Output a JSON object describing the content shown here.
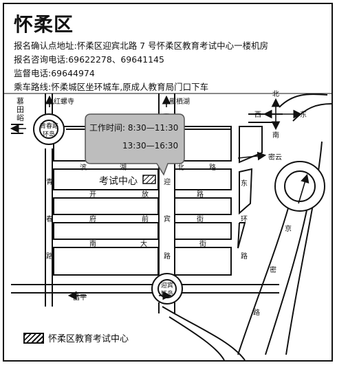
{
  "map": {
    "title": "怀柔区",
    "info": [
      "报名确认点地址:怀柔区迎宾北路 7 号怀柔区教育考试中心一楼机房",
      "报名咨询电话:69622278、69641145",
      "监督电话:69644974",
      "乘车路线:怀柔城区坐环城车,原成人教育局门口下车"
    ],
    "labels": {
      "hongluosi": "红螺寺",
      "yanqixi": "雁栖湖",
      "mutianyu": [
        "慕",
        "田",
        "峪"
      ],
      "qingchun": [
        "青春路",
        "环岛"
      ],
      "yingbin": [
        "迎宾",
        "环岛"
      ],
      "miyun": "密云",
      "changping": "昌平",
      "exam_center": "考试中心",
      "north": "北",
      "south": "南",
      "east": "东",
      "west": "西",
      "bubble": [
        "工作时间: 8:30—11:30",
        "13:30—16:30"
      ],
      "streets": {
        "binhu": [
          "滨",
          "湖",
          "北",
          "路"
        ],
        "kaifang": [
          "开",
          "放",
          "路"
        ],
        "fuqian": [
          "府",
          "前",
          "街"
        ],
        "nanda": [
          "南",
          "大",
          "街"
        ],
        "qingchun_v": [
          "青",
          "春",
          "路"
        ],
        "yingbin_v": [
          "迎",
          "宾",
          "路"
        ],
        "dong_huan": [
          "东",
          "环",
          "路"
        ],
        "jingmi": [
          "京",
          "密",
          "路"
        ]
      }
    },
    "legend_label": "怀柔区教育考试中心"
  }
}
